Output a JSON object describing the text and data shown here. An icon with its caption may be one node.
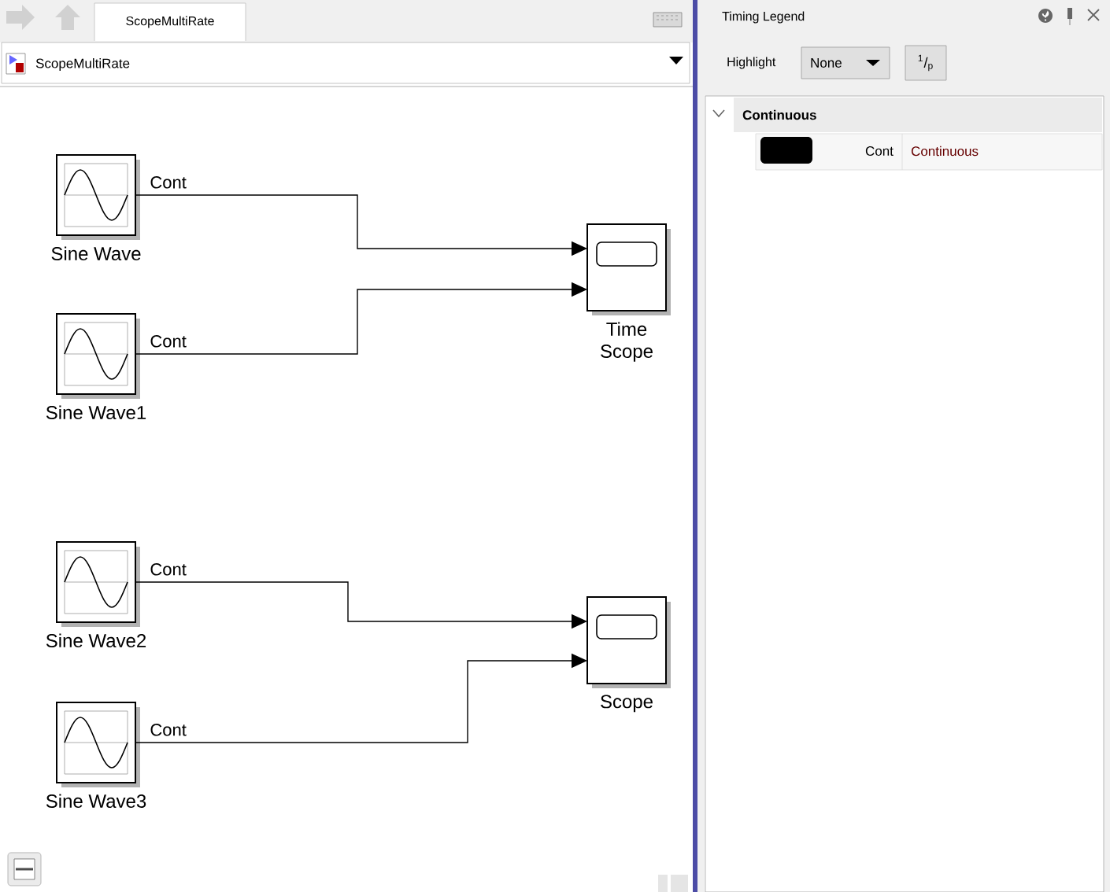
{
  "diagram": {
    "nodes": [
      {
        "text": [
          "Sine Wave"
        ]
      },
      {
        "text": [
          "Sine Wave1"
        ]
      },
      {
        "text": [
          "Time Scope"
        ]
      },
      {
        "text": [
          "Sine Wave2"
        ]
      },
      {
        "text": [
          "Sine Wave3"
        ]
      },
      {
        "text": [
          "Scope"
        ]
      }
    ],
    "edges": [
      {
        "from": 0,
        "to": 2,
        "arrow": "to",
        "label": "Cont"
      },
      {
        "from": 1,
        "to": 2,
        "arrow": "to",
        "label": "Cont"
      },
      {
        "from": 3,
        "to": 5,
        "arrow": "to",
        "label": "Cont"
      },
      {
        "from": 4,
        "to": 5,
        "arrow": "to",
        "label": "Cont"
      }
    ],
    "labels": [
      "ScopeMultiRate",
      "ScopeMultiRate",
      "Timing Legend",
      "Highlight",
      "None",
      "$^{1}$/$_{p}$",
      "Continuous",
      "Continuous"
    ],
    "legend": [
      {
        "text": "Cont",
        "color": "#000000"
      }
    ]
  }
}
